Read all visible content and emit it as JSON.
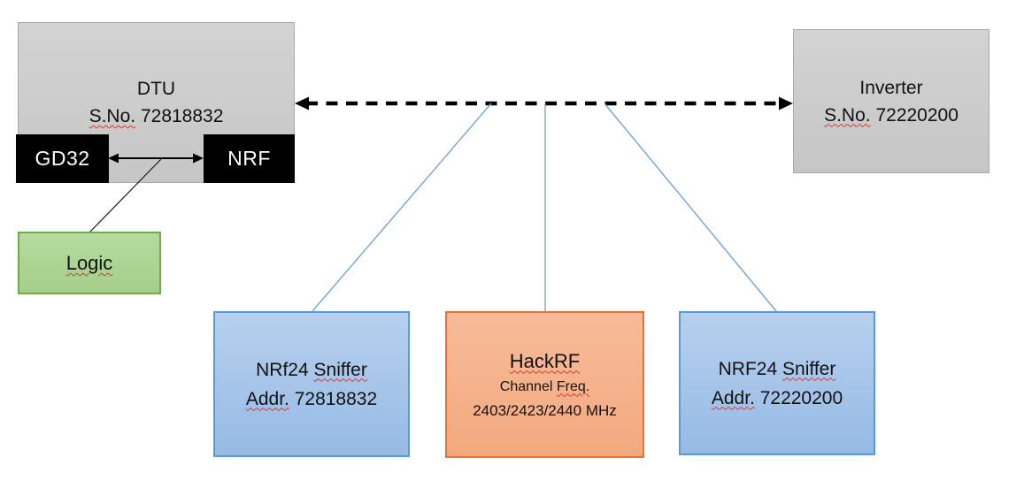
{
  "diagram": {
    "nodes": {
      "dtu": {
        "title": "DTU",
        "serial_label": "S.No.",
        "serial_number": "72818832"
      },
      "gd32": {
        "label": "GD32"
      },
      "nrf": {
        "label": "NRF"
      },
      "logic": {
        "label": "Logic"
      },
      "inverter": {
        "title": "Inverter",
        "serial_label": "S.No.",
        "serial_number": "72220200"
      },
      "sniffer_left": {
        "name_prefix": "NRf24",
        "name_word": "Sniffer",
        "addr_label": "Addr.",
        "addr_number": "72818832"
      },
      "hackrf": {
        "title": "HackRF",
        "channel_word": "Channel",
        "freq_word": "Freq.",
        "frequencies": "2403/2423/2440 MHz"
      },
      "sniffer_right": {
        "name_prefix": "NRF24",
        "name_word": "Sniffer",
        "addr_label": "Addr.",
        "addr_number": "72220200"
      }
    },
    "colors": {
      "gray_fill": "#cdcdcd",
      "gray_border": "#a9a9a9",
      "black_fill": "#000000",
      "green_fill": "#afd59d",
      "green_border": "#70ad47",
      "blue_fill": "#aecbea",
      "blue_border": "#5b9bd5",
      "orange_fill": "#f6b28e",
      "orange_border": "#e97132",
      "connector_blue": "#71a3d5",
      "arrow_black": "#000000",
      "spellcheck_red": "#d03c3c"
    }
  }
}
